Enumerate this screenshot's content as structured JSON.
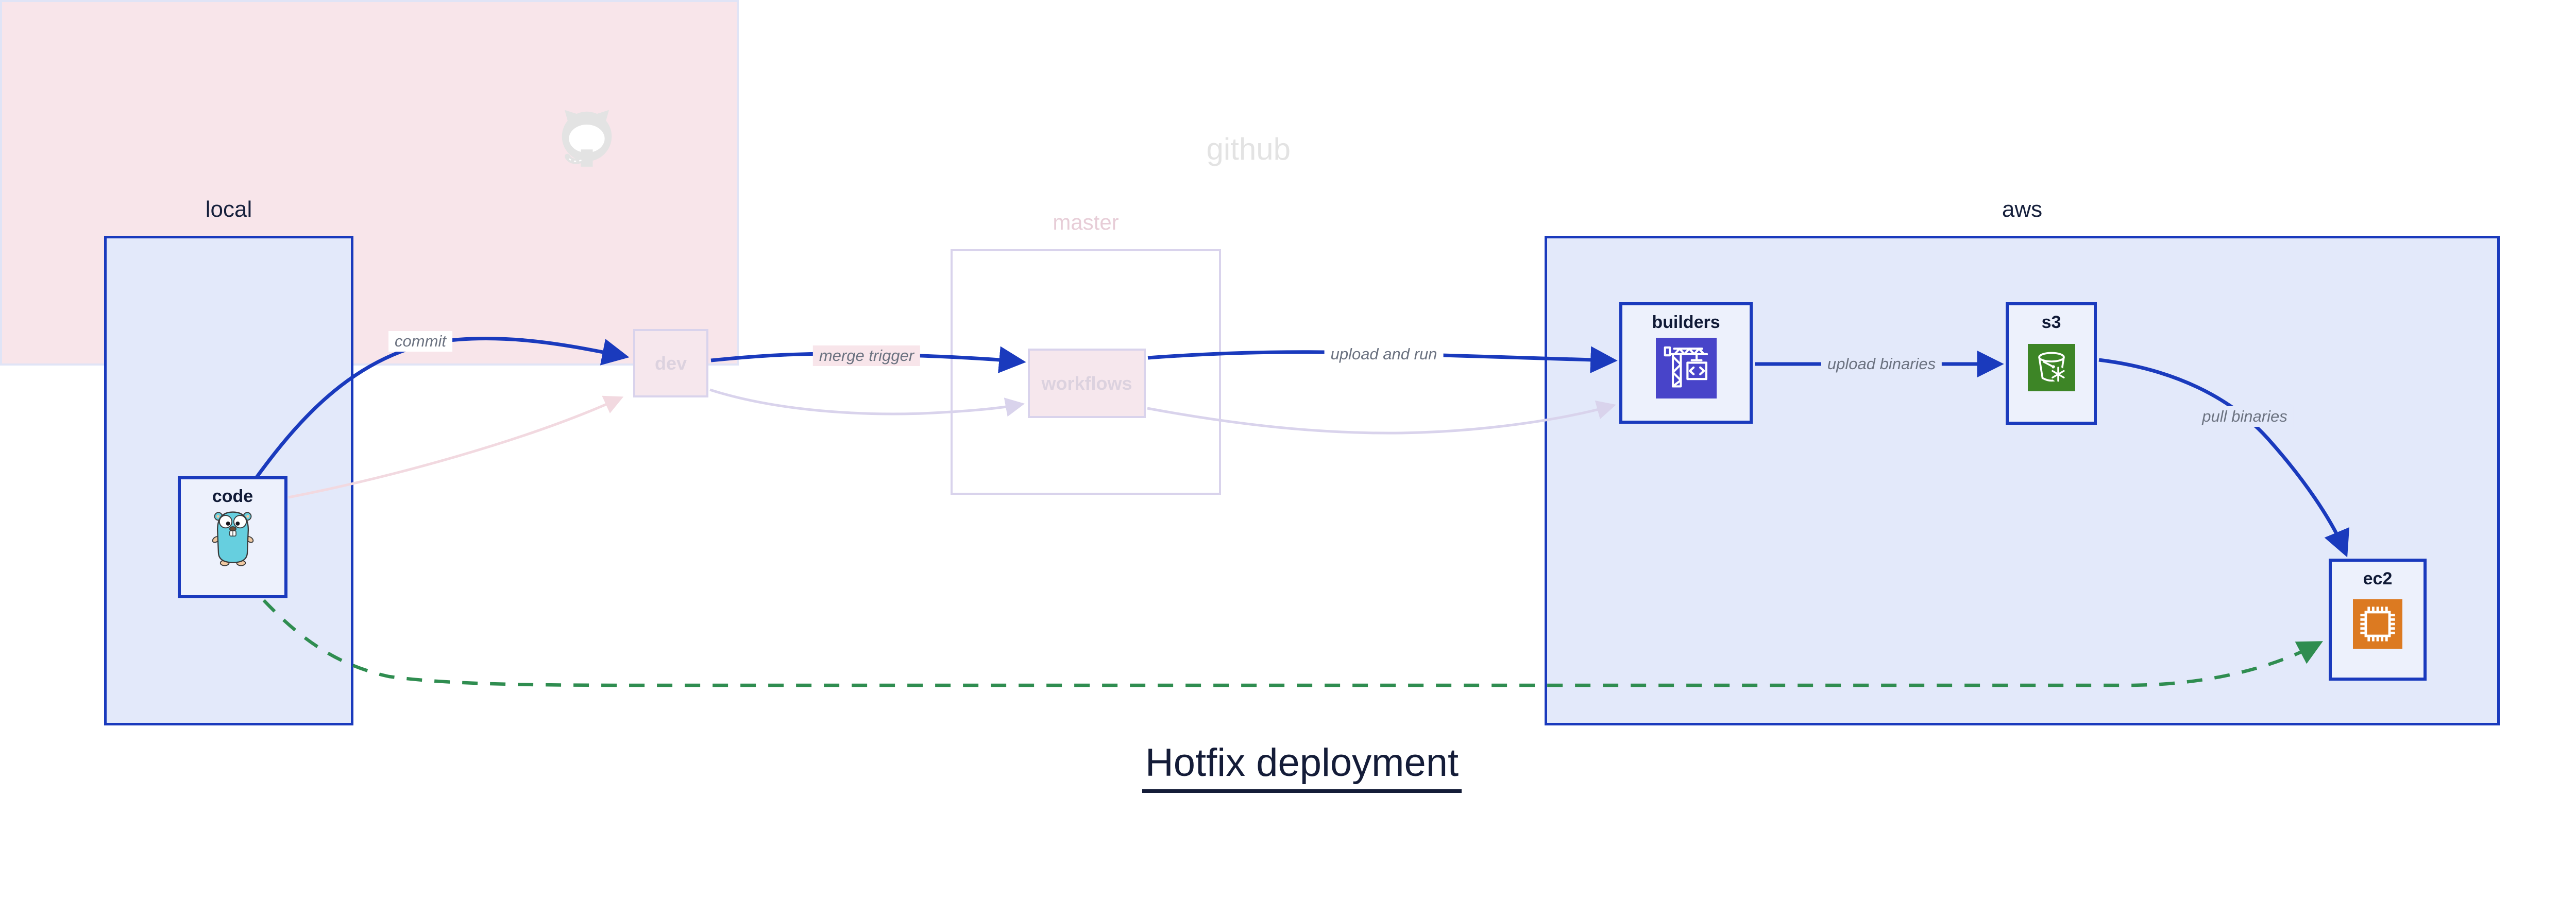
{
  "diagram": {
    "title": "Hotfix deployment"
  },
  "containers": {
    "local": {
      "label": "local"
    },
    "github": {
      "label": "github",
      "master": {
        "label": "master"
      }
    },
    "aws": {
      "label": "aws"
    }
  },
  "nodes": {
    "code": {
      "label": "code",
      "icon": "gopher-icon"
    },
    "dev": {
      "label": "dev"
    },
    "workflows": {
      "label": "workflows"
    },
    "builders": {
      "label": "builders",
      "icon": "codebuild-crane-icon"
    },
    "s3": {
      "label": "s3",
      "icon": "s3-bucket-icon"
    },
    "ec2": {
      "label": "ec2",
      "icon": "ec2-chip-icon"
    }
  },
  "edges": {
    "commit": {
      "label": "commit",
      "style": "solid-blue"
    },
    "merge_trigger": {
      "label": "merge trigger",
      "style": "solid-blue"
    },
    "upload_and_run": {
      "label": "upload and run",
      "style": "solid-blue"
    },
    "upload_binaries": {
      "label": "upload binaries",
      "style": "solid-blue"
    },
    "pull_binaries": {
      "label": "pull binaries",
      "style": "solid-blue"
    },
    "hotfix_bypass": {
      "label": "",
      "style": "dashed-green"
    }
  },
  "colors": {
    "arrow_blue": "#1a3abd",
    "hotfix_green": "#2f8d50",
    "container_fill": "#e3e9fa",
    "github_fill": "#f8e5ea",
    "faded_stroke": "#d9d3ec",
    "codebuild_icon_bg": "#4844c9",
    "s3_icon_bg": "#3d8526",
    "ec2_icon_bg": "#dc7a21",
    "gopher_teal": "#66cfdf",
    "dark_text": "#141c38",
    "edge_label_gray": "#6b7280"
  }
}
